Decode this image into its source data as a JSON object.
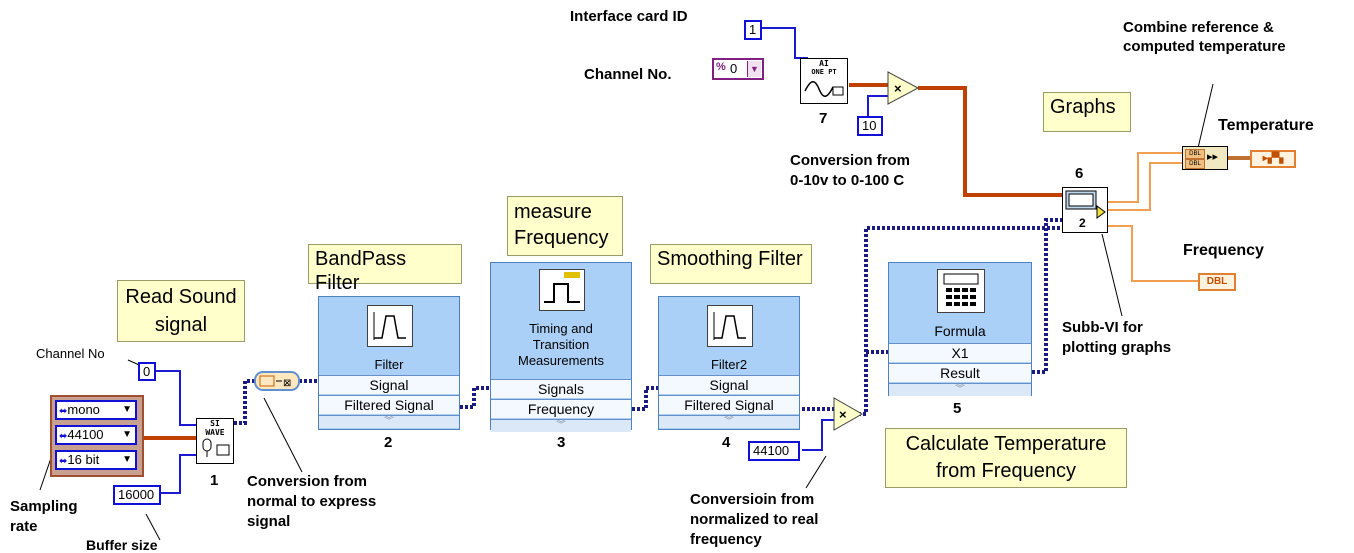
{
  "labels": {
    "interface_card_id": "Interface card ID",
    "channel_no_top": "Channel No.",
    "combine": "Combine reference &\ncomputed temperature",
    "temperature": "Temperature",
    "frequency": "Frequency",
    "conversion_top": "Conversion from\n0-10v to 0-100 C",
    "subvi": "Subb-VI for\nplotting graphs",
    "conversion_express": "Conversion from\nnormal to express\nsignal",
    "conversion_real": "Conversioin from\nnormalized to real\nfrequency",
    "channel_no_left": "Channel No",
    "sampling_rate": "Sampling\nrate",
    "buffer_size": "Buffer size"
  },
  "notes": {
    "graphs": "Graphs",
    "read_sound": "Read Sound\nsignal",
    "bandpass": "BandPass Filter",
    "measure_freq": "measure\nFrequency",
    "smoothing": "Smoothing Filter",
    "calc_temp": "Calculate Temperature\nfrom Frequency"
  },
  "constants": {
    "interface_id": "1",
    "ten": "10",
    "channel_zero": "0",
    "sample_rate": "44100",
    "buffer": "16000"
  },
  "rings": {
    "channel_top": "0",
    "mode": "mono",
    "rate": "44100",
    "bits": "16 bit"
  },
  "express_vis": {
    "filter": {
      "title": "Filter",
      "input": "Signal",
      "output": "Filtered Signal"
    },
    "timing": {
      "title": "Timing and\nTransition\nMeasurements",
      "input": "Signals",
      "output": "Frequency"
    },
    "filter2": {
      "title": "Filter2",
      "input": "Signal",
      "output": "Filtered Signal"
    },
    "formula": {
      "title": "Formula",
      "input": "X1",
      "output": "Result"
    }
  },
  "node_numbers": {
    "n1": "1",
    "n2": "2",
    "n3": "3",
    "n4": "4",
    "n5": "5",
    "n6": "6",
    "n7": "7"
  },
  "icons": {
    "ai_line1": "AI",
    "ai_line2": "ONE PT",
    "si_line1": "SI",
    "si_line2": "WAVE",
    "graph_terminal": "2",
    "dbl": "DBL",
    "percent": "%"
  }
}
